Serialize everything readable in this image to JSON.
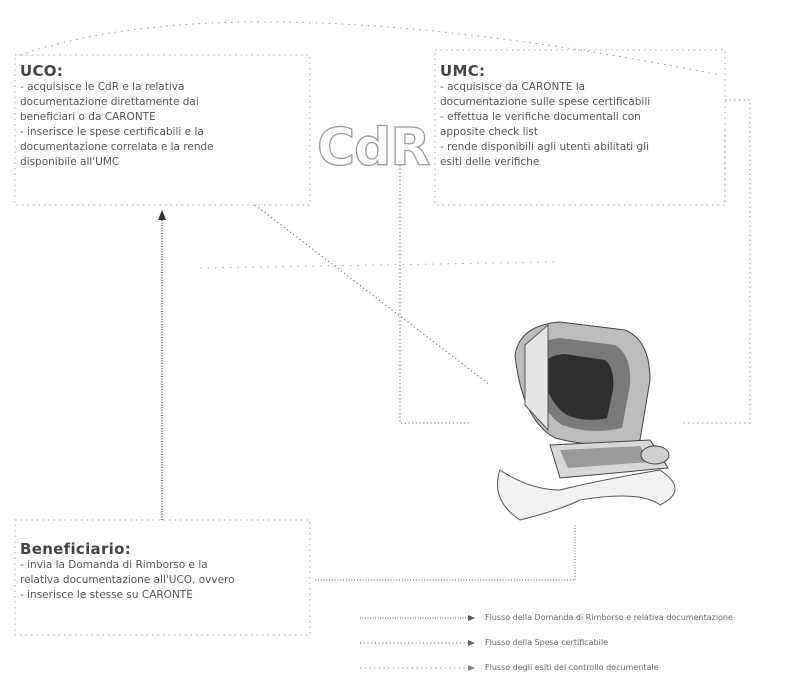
{
  "logo": "CdR",
  "uco": {
    "title": "UCO:",
    "lines": [
      "- acquisisce le CdR e la relativa",
      "documentazione direttamente dai",
      "beneficiari o da CARONTE",
      "- inserisce le spese certificabili e la",
      "documentazione correlata e la rende",
      "disponibile all'UMC"
    ]
  },
  "umc": {
    "title": "UMC:",
    "lines": [
      "- acquisisce da CARONTE la",
      "documentazione sulle spese certificabili",
      "- effettua le verifiche documentali con",
      "apposite check list",
      "- rende disponibili agli utenti abilitati gli",
      "esiti delle verifiche"
    ]
  },
  "beneficiario": {
    "title": "Beneficiario:",
    "lines": [
      "- invia la Domanda di Rimborso e la",
      "relativa documentazione all'UCO, ovvero",
      "- inserisce le stesse su CARONTE"
    ]
  },
  "legend": [
    {
      "label": "Flusso della Domanda di Rimborso e relativa documentazione",
      "style": "dense-dotted"
    },
    {
      "label": "Flusso della Spesa certificabile",
      "style": "dotted"
    },
    {
      "label": "Flusso degli esiti del controllo documentale",
      "style": "sparse-dotted"
    }
  ]
}
